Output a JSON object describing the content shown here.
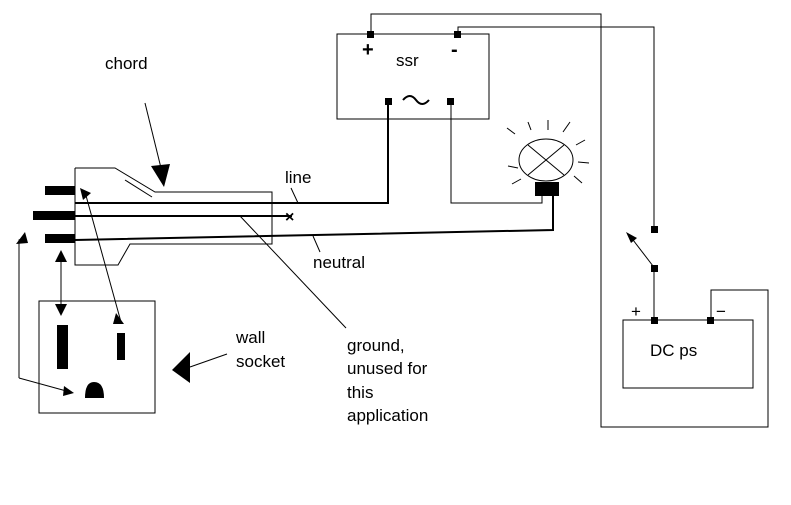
{
  "labels": {
    "chord": "chord",
    "ssr": "ssr",
    "line": "line",
    "neutral": "neutral",
    "wall_socket_line1": "wall",
    "wall_socket_line2": "socket",
    "ground_line1": "ground,",
    "ground_line2": "unused for",
    "ground_line3": "this",
    "ground_line4": "application",
    "dc_ps": "DC ps"
  },
  "symbols": {
    "ssr_plus": "+",
    "ssr_minus": "-",
    "dc_plus": "+",
    "dc_minus": "−"
  }
}
